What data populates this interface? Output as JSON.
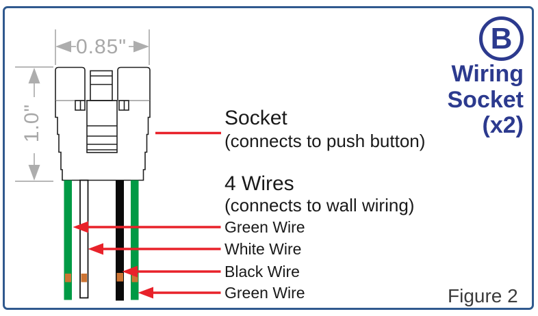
{
  "figure": {
    "badge_letter": "B",
    "panel": {
      "line1": "Wiring",
      "line2": "Socket",
      "line3": "(x2)"
    },
    "caption": "Figure 2"
  },
  "dimensions": {
    "width_label": "0.85\"",
    "height_label": "1.0\""
  },
  "callouts": {
    "socket_title": "Socket",
    "socket_subtitle": "(connects to push button)",
    "wires_title": "4 Wires",
    "wires_subtitle": "(connects to wall wiring)"
  },
  "wires": [
    {
      "label": "Green Wire",
      "color": "#009a45"
    },
    {
      "label": "White Wire",
      "color": "#ffffff"
    },
    {
      "label": "Black Wire",
      "color": "#0a0a0a"
    },
    {
      "label": "Green Wire",
      "color": "#009a45"
    }
  ],
  "colors": {
    "panel_blue": "#2c3a8e",
    "frame_blue": "#30598e",
    "accent_red": "#e8222a",
    "band_orange": "#cd7433",
    "dim_gray": "#adadad"
  }
}
